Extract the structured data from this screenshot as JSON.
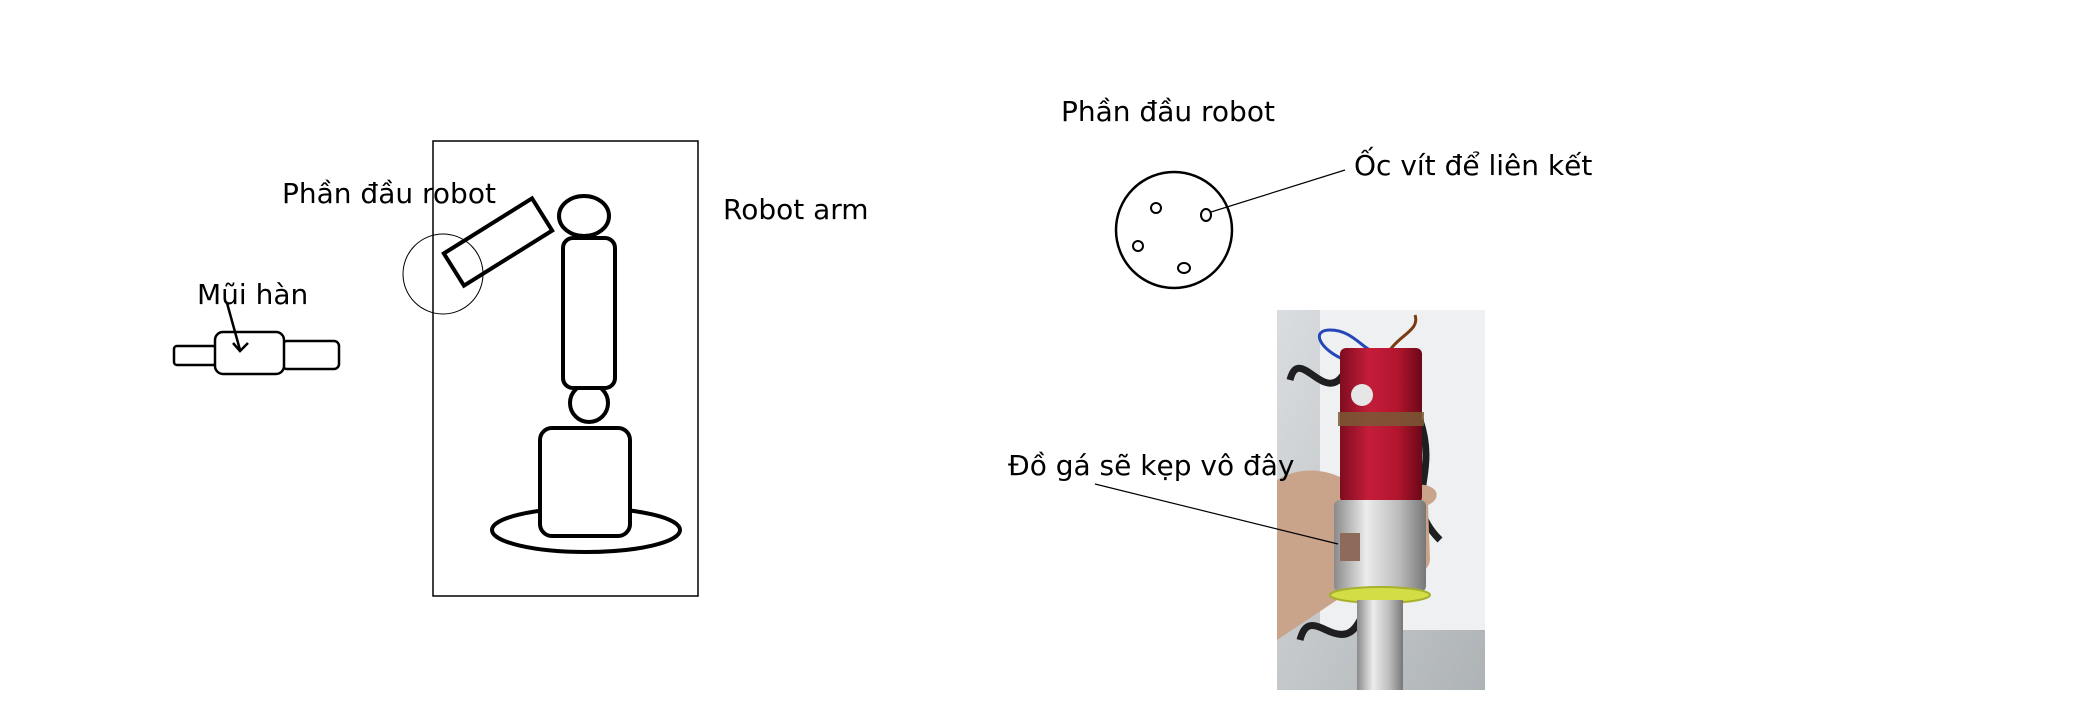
{
  "labels": {
    "head_left": "Phần đầu robot",
    "robot_arm": "Robot arm",
    "tip": "Mũi hàn",
    "head_right": "Phần đầu robot",
    "screws": "Ốc vít để liên kết",
    "fixture": "Đồ gá sẽ kẹp vô đây"
  },
  "colors": {
    "stroke": "#000000",
    "background": "#ffffff",
    "photo_red": "#b5152f",
    "photo_silver": "#c8c8c8",
    "photo_yellow": "#d6e04a"
  }
}
